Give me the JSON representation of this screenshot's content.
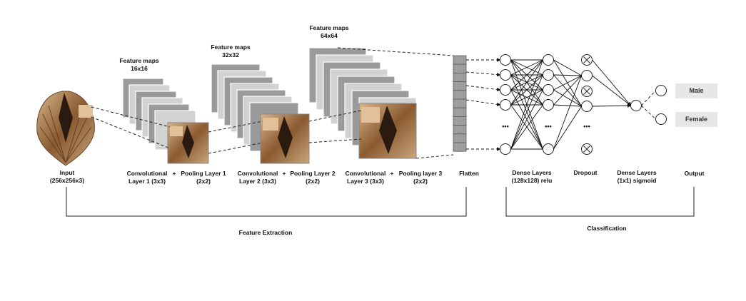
{
  "feature_maps": [
    {
      "title": "Feature maps",
      "size": "16x16"
    },
    {
      "title": "Feature maps",
      "size": "32x32"
    },
    {
      "title": "Feature maps",
      "size": "64x64"
    }
  ],
  "labels": {
    "input": [
      "Input",
      "(256x256x3)"
    ],
    "conv1": [
      "Convolutional",
      "Layer 1 (3x3)"
    ],
    "pool1": [
      "Pooling Layer 1",
      "(2x2)"
    ],
    "conv2": [
      "Convolutional",
      "Layer 2 (3x3)"
    ],
    "pool2": [
      "Pooling Layer 2",
      "(2x2)"
    ],
    "conv3": [
      "Convolutional",
      "Layer 3 (3x3)"
    ],
    "pool3": [
      "Pooling layer 3",
      "(2x2)"
    ],
    "plus": "+",
    "flatten": "Flatten",
    "dense1": [
      "Dense Layers",
      "(128x128) relu"
    ],
    "dropout": "Dropout",
    "dense2": [
      "Dense Layers",
      "(1x1) sigmoid"
    ],
    "output": "Output",
    "ellipsis": "•••",
    "feature_extraction": "Feature Extraction",
    "classification": "Classification"
  },
  "outputs": [
    "Male",
    "Female"
  ],
  "colors": {
    "map_dark": "#9a9a9a",
    "map_light": "#d2d2d2",
    "shell_dark": "#5a3a1e",
    "shell_light": "#c9a57a",
    "output_box": "#e7e7e7"
  }
}
